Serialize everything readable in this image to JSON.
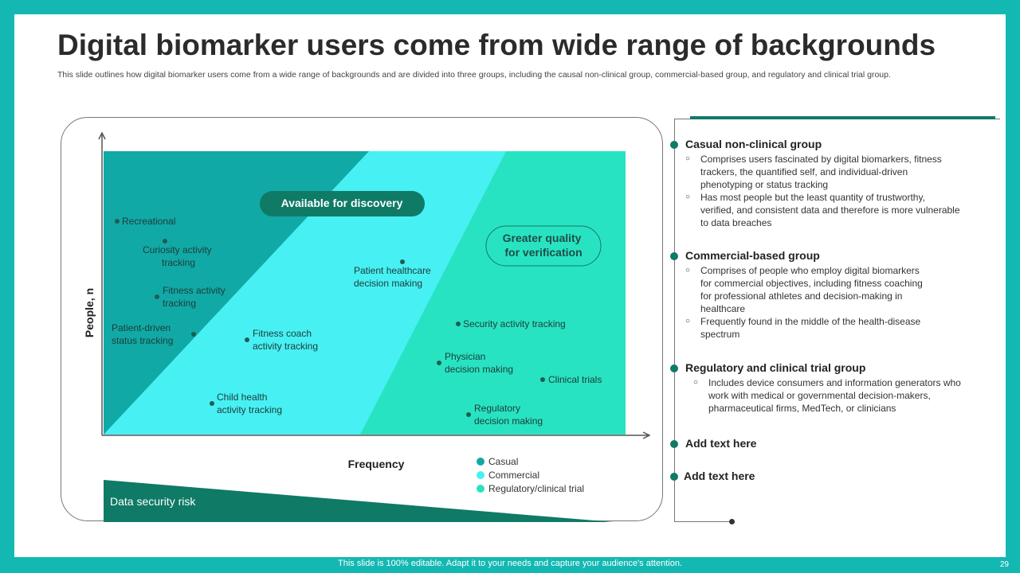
{
  "title": "Digital biomarker users come from wide range of backgrounds",
  "subtitle": "This slide outlines how digital biomarker users come from a wide range of backgrounds and are divided into three groups, including the causal non-clinical group, commercial-based group, and regulatory and clinical trial group.",
  "diagram": {
    "y_axis_label": "People, n",
    "x_axis_label": "Frequency",
    "discovery_label": "Available for discovery",
    "verification_label": [
      "Greater quality",
      "for verification"
    ],
    "risk_label": "Data security risk",
    "points": [
      {
        "label": [
          "Recreational"
        ]
      },
      {
        "label": [
          "Curiosity activity",
          "tracking"
        ]
      },
      {
        "label": [
          "Fitness activity",
          "tracking"
        ]
      },
      {
        "label": [
          "Patient-driven",
          "status tracking"
        ]
      },
      {
        "label": [
          "Fitness coach",
          "activity tracking"
        ]
      },
      {
        "label": [
          "Child health",
          "activity tracking"
        ]
      },
      {
        "label": [
          "Patient healthcare",
          "decision making"
        ]
      },
      {
        "label": [
          "Security activity tracking"
        ]
      },
      {
        "label": [
          "Physician",
          "decision making"
        ]
      },
      {
        "label": [
          "Clinical trials"
        ]
      },
      {
        "label": [
          "Regulatory",
          "decision making"
        ]
      }
    ],
    "legend": [
      {
        "name": "Casual",
        "color": "#11a9a6"
      },
      {
        "name": "Commercial",
        "color": "#47f0f3"
      },
      {
        "name": "Regulatory/clinical trial",
        "color": "#28e3c2"
      }
    ]
  },
  "groups": [
    {
      "heading": "Casual non-clinical group",
      "bullets": [
        "Comprises users fascinated by digital biomarkers, fitness trackers, the quantified self, and individual-driven phenotyping or status tracking",
        "Has most people but the least quantity of trustworthy, verified, and consistent data and therefore is more vulnerable to data breaches"
      ]
    },
    {
      "heading": "Commercial-based group",
      "bullets": [
        "Comprises of people who employ digital biomarkers for commercial objectives, including fitness coaching for professional athletes and decision-making in healthcare",
        "Frequently found in the middle of the health-disease spectrum"
      ]
    },
    {
      "heading": "Regulatory and clinical trial group",
      "bullets": [
        "Includes device consumers and information generators who work with medical or governmental decision-makers, pharmaceutical firms, MedTech, or clinicians"
      ]
    },
    {
      "heading": "Add text here",
      "bullets": []
    },
    {
      "heading": "Add text here",
      "bullets": []
    }
  ],
  "footer": "This slide is 100% editable. Adapt it to your needs and capture your audience's attention.",
  "page_number": "29",
  "colors": {
    "background": "#14b8b2",
    "dark_teal": "#0f7a66"
  }
}
